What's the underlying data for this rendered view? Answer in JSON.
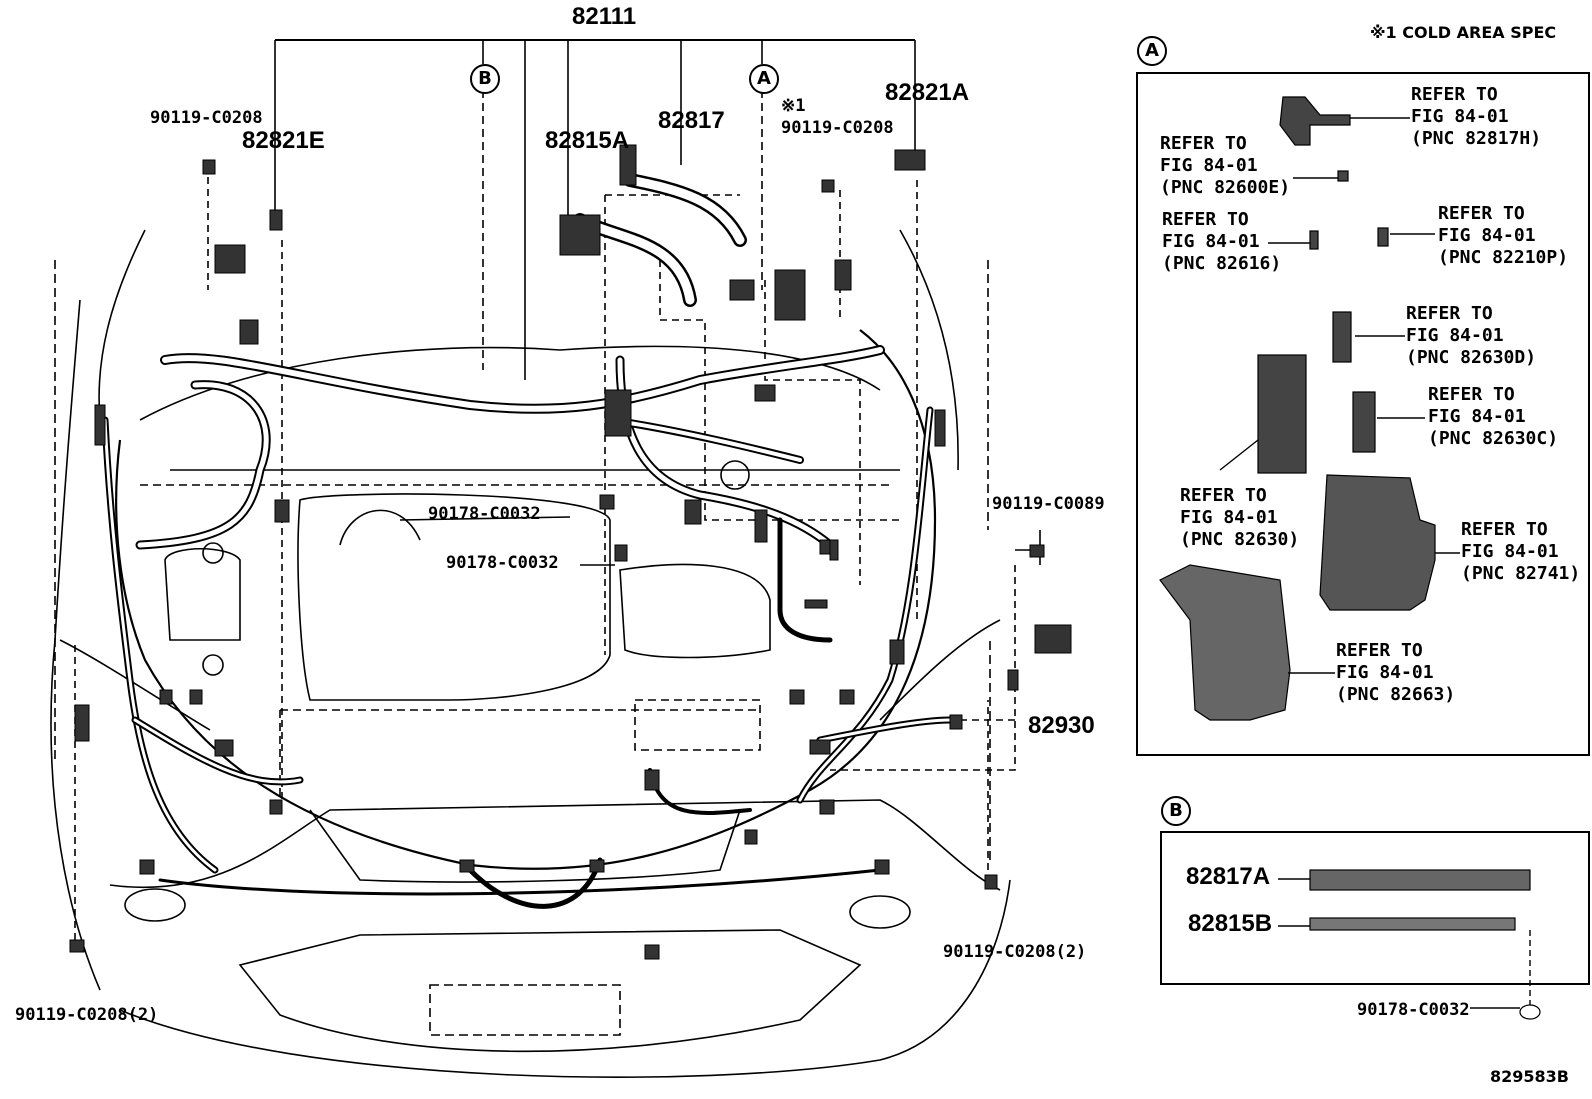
{
  "header": {
    "cold_note": "※1 COLD AREA SPEC"
  },
  "main": {
    "harness": "82111",
    "part_82821E": "82821E",
    "part_82821A": "82821A",
    "part_82815A": "82815A",
    "part_82817": "82817",
    "part_82930": "82930",
    "bolt_top_left": "90119-C0208",
    "bolt_top_right_note": "※1",
    "bolt_top_right": "90119-C0208",
    "clip_a": "90178-C0032",
    "clip_b": "90178-C0032",
    "bolt_right": "90119-C0089",
    "bolt_bottom_right": "90119-C0208(2)",
    "bolt_bottom_left": "90119-C0208(2)",
    "marker_a": "A",
    "marker_b": "B"
  },
  "inset_a": {
    "label": "A",
    "refs": [
      {
        "l1": "REFER TO",
        "l2": "FIG 84-01",
        "l3": "(PNC 82817H)"
      },
      {
        "l1": "REFER TO",
        "l2": "FIG 84-01",
        "l3": "(PNC 82600E)"
      },
      {
        "l1": "REFER TO",
        "l2": "FIG 84-01",
        "l3": "(PNC 82616)"
      },
      {
        "l1": "REFER TO",
        "l2": "FIG 84-01",
        "l3": "(PNC 82210P)"
      },
      {
        "l1": "REFER TO",
        "l2": "FIG 84-01",
        "l3": "(PNC 82630D)"
      },
      {
        "l1": "REFER TO",
        "l2": "FIG 84-01",
        "l3": "(PNC 82630C)"
      },
      {
        "l1": "REFER TO",
        "l2": "FIG 84-01",
        "l3": "(PNC 82630)"
      },
      {
        "l1": "REFER TO",
        "l2": "FIG 84-01",
        "l3": "(PNC 82741)"
      },
      {
        "l1": "REFER TO",
        "l2": "FIG 84-01",
        "l3": "(PNC 82663)"
      }
    ]
  },
  "inset_b": {
    "label": "B",
    "part_82817A": "82817A",
    "part_82815B": "82815B",
    "clip": "90178-C0032"
  },
  "footer": {
    "code": "829583B"
  }
}
